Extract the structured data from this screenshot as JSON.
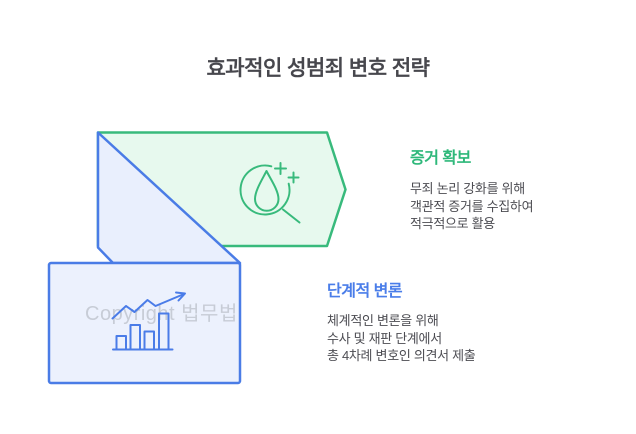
{
  "page": {
    "title": "효과적인 성범죄 변호 전략"
  },
  "watermark": {
    "text": "Copyright 법무법"
  },
  "steps": [
    {
      "title": "증거 확보",
      "lines": [
        "무죄 논리 강화를 위해",
        "객관적 증거를 수집하여",
        "적극적으로 활용"
      ],
      "shape": "green-right-chevron-banner",
      "icon": "magnifier-droplet-sparkles-icon",
      "accent": "#2eb87a",
      "shape_fill": "#e7f9ee",
      "shape_stroke": "#38ba7c"
    },
    {
      "title": "단계적 변론",
      "lines": [
        "체계적인 변론을 위해",
        "수사 및 재판 단계에서",
        "총 4차례 변호인 의견서 제출"
      ],
      "shape": "blue-folded-banner-card",
      "icon": "bar-chart-growth-arrow-icon",
      "accent": "#4a7de9",
      "shape_fill": "#e9effd",
      "shape_stroke": "#4a7ce6"
    }
  ],
  "palette": {
    "background": "#ffffff",
    "main_title_text": "#47474d",
    "body_text": "#4c4c52",
    "watermark_text": "#c7ccd6"
  }
}
